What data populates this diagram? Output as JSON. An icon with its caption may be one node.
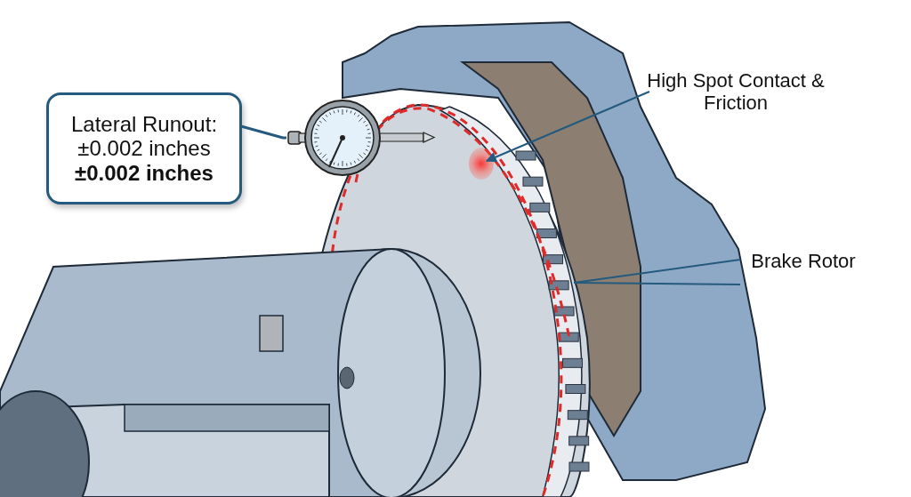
{
  "diagram": {
    "nodes": [
      {
        "text": [
          "Lateral Runout: ±0.002 inches",
          "±0.002 inches"
        ]
      },
      {
        "text": [],
        "shape": "picture"
      },
      {
        "text": [
          "High Spot Contact & Friction"
        ]
      },
      {
        "text": [],
        "shape": "circle"
      },
      {
        "text": [
          "Brake Rotor"
        ]
      }
    ],
    "edges": [
      {
        "from": 0,
        "to": 1,
        "arrow": "none"
      },
      {
        "from": 2,
        "to": 3,
        "arrow": "to"
      },
      {
        "from": 4,
        "to": null,
        "arrow": "none"
      },
      {
        "from": 4,
        "to": null,
        "arrow": "none"
      }
    ]
  }
}
